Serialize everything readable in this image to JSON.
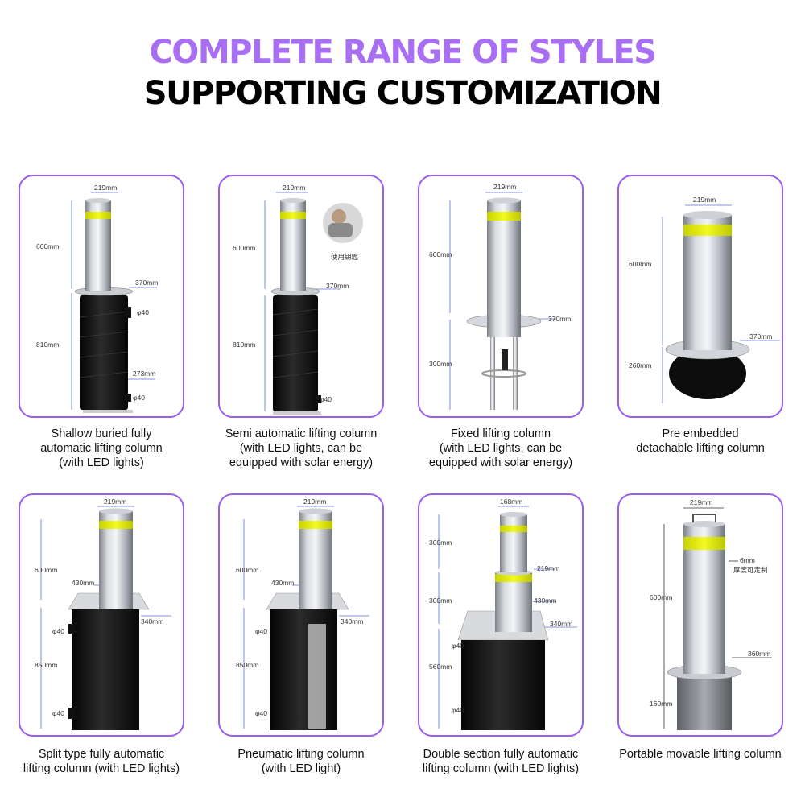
{
  "header": {
    "title_line1": "COMPLETE RANGE OF STYLES",
    "title_line2": "SUPPORTING CUSTOMIZATION",
    "accent_color": "#a86ff5"
  },
  "products": [
    {
      "caption": [
        "Shallow buried fully",
        "automatic lifting column",
        "(with LED lights)"
      ],
      "dims": {
        "top": "219mm",
        "upper": "600mm",
        "flange": "370mm",
        "lower": "810mm",
        "hole1": "φ40",
        "base": "273mm",
        "hole2": "φ40"
      }
    },
    {
      "caption": [
        "Semi automatic lifting column",
        "(with LED lights, can be",
        "equipped with solar energy)"
      ],
      "dims": {
        "top": "219mm",
        "upper": "600mm",
        "flange": "370mm",
        "lower": "810mm",
        "hole": "φ40"
      },
      "inset_label": "使用钥匙"
    },
    {
      "caption": [
        "Fixed lifting column",
        "(with LED lights, can be",
        "equipped with solar energy)"
      ],
      "dims": {
        "top": "219mm",
        "upper": "600mm",
        "flange": "370mm",
        "lower": "300mm"
      }
    },
    {
      "caption": [
        "Pre embedded",
        "detachable lifting column"
      ],
      "dims": {
        "top": "219mm",
        "upper": "600mm",
        "flange": "370mm",
        "lower": "260mm"
      }
    },
    {
      "caption": [
        "Split type fully automatic",
        "lifting column (with LED lights)"
      ],
      "dims": {
        "top": "219mm",
        "upper": "600mm",
        "plate": "430mm",
        "side": "340mm",
        "lower": "850mm",
        "hole1": "φ40",
        "hole2": "φ40"
      }
    },
    {
      "caption": [
        "Pneumatic lifting column",
        "(with LED light)"
      ],
      "dims": {
        "top": "219mm",
        "upper": "600mm",
        "plate": "430mm",
        "side": "340mm",
        "lower": "850mm",
        "hole1": "φ40",
        "hole2": "φ40"
      }
    },
    {
      "caption": [
        "Double section fully automatic",
        "lifting column (with LED lights)"
      ],
      "dims": {
        "top": "168mm",
        "upper": "300mm",
        "mid": "219mm",
        "middle": "300mm",
        "plate": "430mm",
        "side": "340mm",
        "lower": "560mm",
        "hole1": "φ40",
        "hole2": "φ40"
      }
    },
    {
      "caption": [
        "Portable movable lifting column"
      ],
      "dims": {
        "top": "219mm",
        "thickness": "6mm",
        "thickness_note": "厚度可定制",
        "upper": "600mm",
        "flange": "360mm",
        "lower": "160mm"
      }
    }
  ]
}
